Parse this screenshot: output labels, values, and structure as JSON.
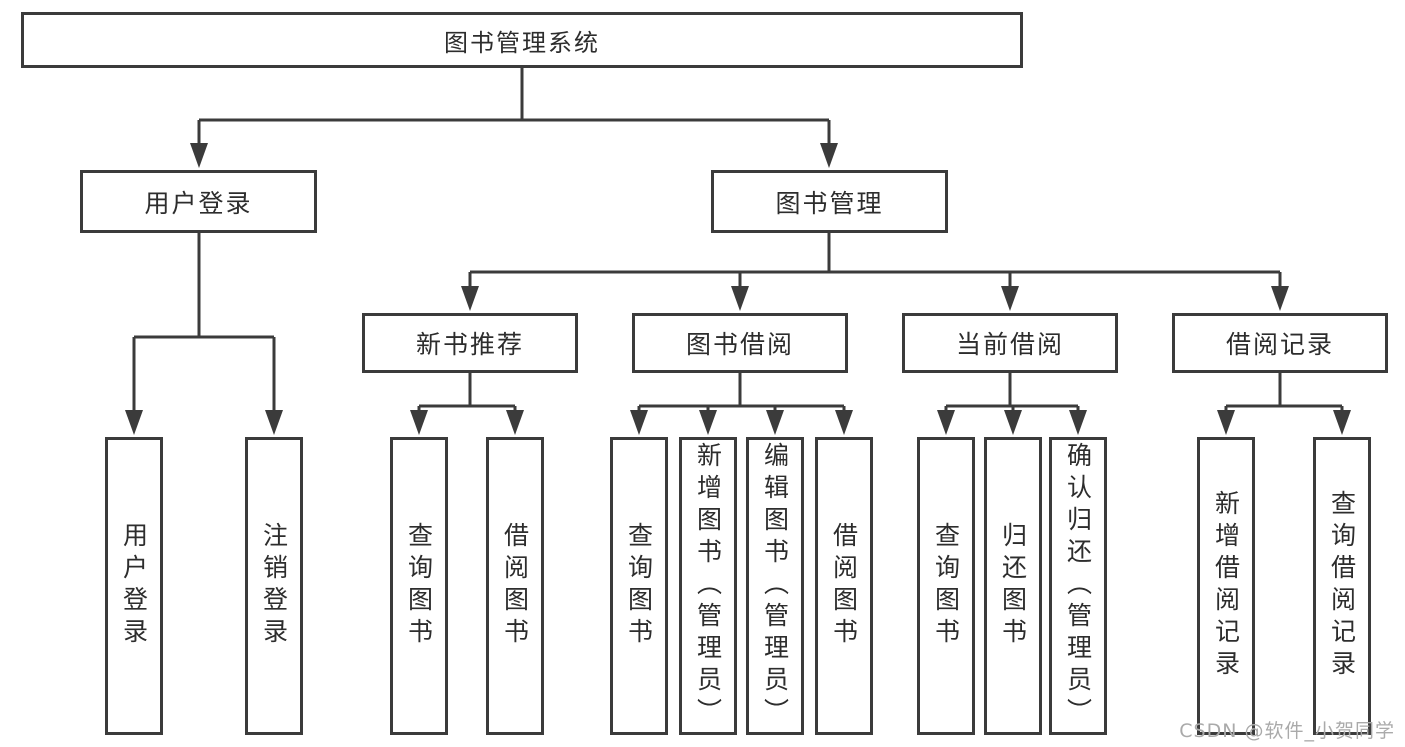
{
  "diagram": {
    "root": {
      "label": "图书管理系统"
    },
    "level1": [
      {
        "label": "用户登录",
        "children": [
          {
            "label": "用户登录"
          },
          {
            "label": "注销登录"
          }
        ]
      },
      {
        "label": "图书管理",
        "children": [
          {
            "label": "新书推荐",
            "children": [
              {
                "label": "查询图书"
              },
              {
                "label": "借阅图书"
              }
            ]
          },
          {
            "label": "图书借阅",
            "children": [
              {
                "label": "查询图书"
              },
              {
                "label": "新增图书（管理员）"
              },
              {
                "label": "编辑图书（管理员）"
              },
              {
                "label": "借阅图书"
              }
            ]
          },
          {
            "label": "当前借阅",
            "children": [
              {
                "label": "查询图书"
              },
              {
                "label": "归还图书"
              },
              {
                "label": "确认归还（管理员）"
              }
            ]
          },
          {
            "label": "借阅记录",
            "children": [
              {
                "label": "新增借阅记录"
              },
              {
                "label": "查询借阅记录"
              }
            ]
          }
        ]
      }
    ]
  },
  "watermark": {
    "text": "CSDN @软件_小贺同学"
  },
  "colors": {
    "line": "#3b3b3b",
    "node_border": "#3b3b3b",
    "text": "#2d2d2d",
    "background": "#ffffff",
    "watermark": "#aaaaaa"
  }
}
